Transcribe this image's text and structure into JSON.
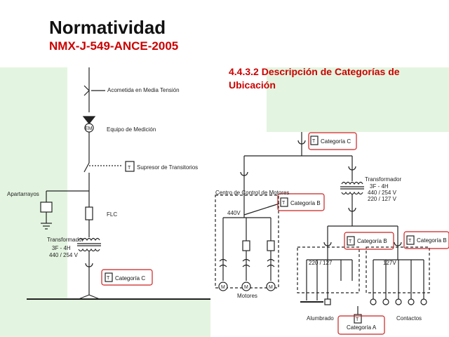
{
  "header": {
    "title": "Normatividad",
    "subtitle": "NMX-J-549-ANCE-2005",
    "section": "4.4.3.2  Descripción de Categorías de Ubicación"
  },
  "left_diagram": {
    "acometida": "Acometida en Media Tensión",
    "equipo_medicion": "Equipo de Medición",
    "em_symbol": "EM",
    "supresor": "Supresor de Transitorios",
    "apartarrayos": "Apartarrayos",
    "flc": "FLC",
    "transformador": "Transformador",
    "transformador_spec_1": "3F - 4H",
    "transformador_spec_2": "440 / 254 V",
    "categoria_c": "Categoría C"
  },
  "right_diagram": {
    "categoria_c": "Categoría C",
    "transformador": "Transformador",
    "transformador_spec_1": "3F - 4H",
    "transformador_spec_2": "440 / 254 V",
    "transformador_spec_3": "220 / 127 V",
    "centro_control": "Centro de Control de Motores",
    "categoria_b_ccm": "Categoría B",
    "v440": "440V",
    "categoria_b_left": "Categoría B",
    "categoria_b_right": "Categoría B",
    "v220_127": "220 / 127",
    "v127": "127V",
    "motores": "Motores",
    "alumbrado": "Alumbrado",
    "contactos": "Contactos",
    "categoria_a": "Categoría A",
    "motor_symbol": "M"
  },
  "tag_letter": "T"
}
